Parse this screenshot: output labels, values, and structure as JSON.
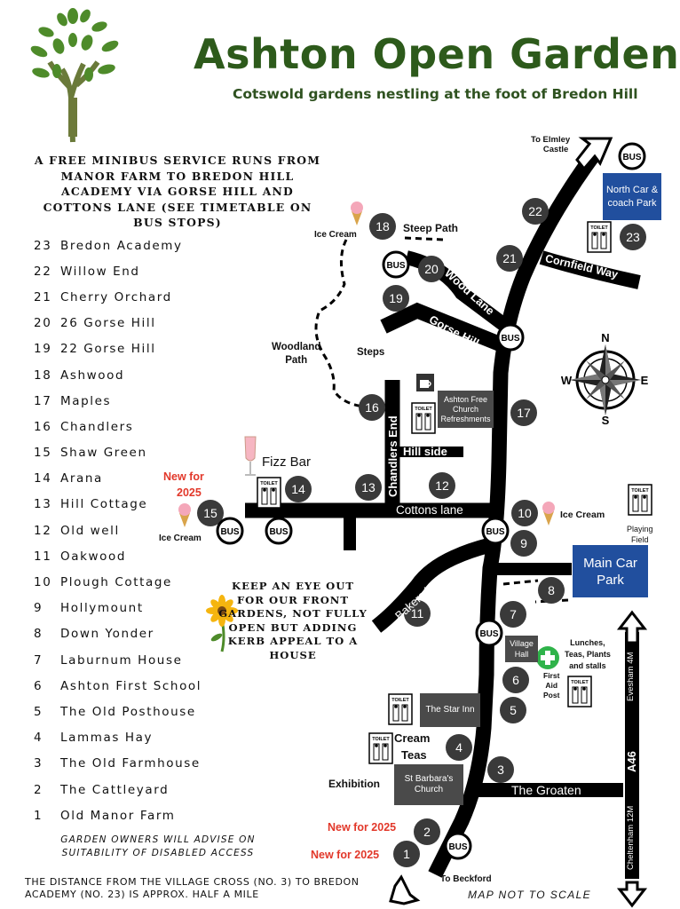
{
  "title": "Ashton Open Gardens",
  "subtitle": "Cotswold gardens nestling at the foot of Bredon Hill",
  "minibus_notice": "A FREE MINIBUS SERVICE RUNS FROM MANOR FARM TO BREDON HILL ACADEMY VIA GORSE HILL AND COTTONS LANE (SEE TIMETABLE ON BUS STOPS)",
  "gardens": [
    {
      "num": "23",
      "name": "Bredon Academy"
    },
    {
      "num": "22",
      "name": "Willow End"
    },
    {
      "num": "21",
      "name": "Cherry Orchard"
    },
    {
      "num": "20",
      "name": "26 Gorse Hill"
    },
    {
      "num": "19",
      "name": "22 Gorse Hill"
    },
    {
      "num": "18",
      "name": "Ashwood"
    },
    {
      "num": "17",
      "name": "Maples"
    },
    {
      "num": "16",
      "name": "Chandlers"
    },
    {
      "num": "15",
      "name": "Shaw Green"
    },
    {
      "num": "14",
      "name": "Arana"
    },
    {
      "num": "13",
      "name": "Hill Cottage"
    },
    {
      "num": "12",
      "name": "Old well"
    },
    {
      "num": "11",
      "name": "Oakwood"
    },
    {
      "num": "10",
      "name": "Plough Cottage"
    },
    {
      "num": "9",
      "name": "Hollymount"
    },
    {
      "num": "8",
      "name": "Down Yonder"
    },
    {
      "num": "7",
      "name": "Laburnum House"
    },
    {
      "num": "6",
      "name": "Ashton First School"
    },
    {
      "num": "5",
      "name": "The Old Posthouse"
    },
    {
      "num": "4",
      "name": "Lammas Hay"
    },
    {
      "num": "3",
      "name": "The Old Farmhouse"
    },
    {
      "num": "2",
      "name": "The Cattleyard"
    },
    {
      "num": "1",
      "name": "Old Manor Farm"
    }
  ],
  "owners_note": "GARDEN OWNERS WILL ADVISE ON SUITABILITY OF DISABLED ACCESS",
  "distance_note": "THE DISTANCE FROM THE VILLAGE CROSS (NO. 3) TO BREDON ACADEMY (NO. 23) IS APPROX. HALF A MILE",
  "not_to_scale": "MAP NOT TO SCALE",
  "front_gardens_note": "KEEP AN EYE OUT FOR OUR FRONT GARDENS, NOT FULLY OPEN BUT ADDING KERB APPEAL TO A HOUSE",
  "roads": {
    "wood_lane": "Wood Lane",
    "cornfield_way": "Cornfield Way",
    "gorse_hill": "Gorse Hill",
    "chandlers_end": "Chandlers End",
    "hill_side": "Hill side",
    "cottons_lane": "Cottons lane",
    "bakers_lane": "Bakers Lane",
    "the_groaten": "The Groaten",
    "a46": "A46",
    "evesham": "Evesham 4M",
    "cheltenham": "Cheltenham 12M"
  },
  "places": {
    "to_elmley_line1": "To Elmley",
    "to_elmley_line2": "Castle",
    "to_beckford": "To Beckford",
    "north_car_park": "North Car & coach Park",
    "main_car_park": "Main Car Park",
    "ashton_free_church": "Ashton Free Church Refreshments",
    "village_hall": "Village Hall",
    "star_inn": "The Star Inn",
    "st_barbaras": "St Barbara's Church",
    "steep_path": "Steep Path",
    "woodland_path_line1": "Woodland",
    "woodland_path_line2": "Path",
    "steps": "Steps",
    "ice_cream": "Ice Cream",
    "fizz_bar": "Fizz Bar",
    "cream_teas_line1": "Cream",
    "cream_teas_line2": "Teas",
    "exhibition": "Exhibition",
    "first_aid_line1": "First",
    "first_aid_line2": "Aid",
    "first_aid_line3": "Post",
    "lunches_line1": "Lunches,",
    "lunches_line2": "Teas, Plants",
    "lunches_line3": "and stalls",
    "playing_field_line1": "Playing",
    "playing_field_line2": "Field",
    "new_for_2025": "New for 2025",
    "new_for_line1": "New for",
    "new_for_line2": "2025"
  },
  "bus_label": "BUS",
  "toilet_label": "TOILET",
  "compass": {
    "n": "N",
    "s": "S",
    "e": "E",
    "w": "W"
  },
  "colors": {
    "title_green": "#2d5a1b",
    "tree_green": "#4e8b2a",
    "road": "#000000",
    "marker": "#3a3a3a",
    "box_grey": "#4a4a4a",
    "car_park_blue": "#214f9e",
    "new_red": "#e2382a",
    "first_aid_green": "#2fb34a"
  },
  "map_markers": [
    "1",
    "2",
    "3",
    "4",
    "5",
    "6",
    "7",
    "8",
    "9",
    "10",
    "11",
    "12",
    "13",
    "14",
    "15",
    "16",
    "17",
    "18",
    "19",
    "20",
    "21",
    "22",
    "23"
  ]
}
